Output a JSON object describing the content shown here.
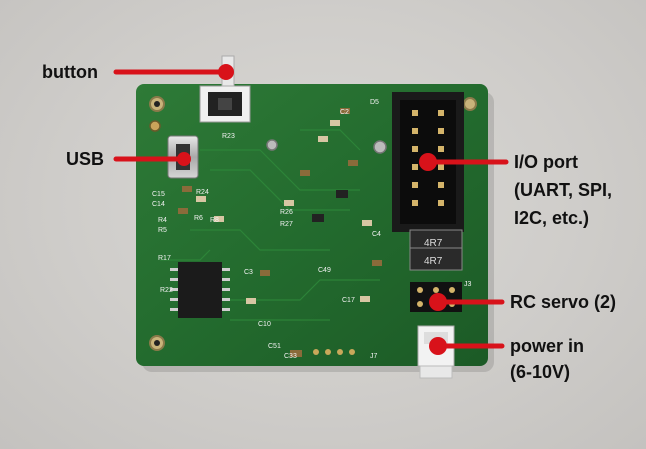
{
  "callouts": {
    "button": "button",
    "usb": "USB",
    "io_port_1": "I/O port",
    "io_port_2": "(UART, SPI,",
    "io_port_3": "I2C, etc.)",
    "rc_servo": "RC servo (2)",
    "power_1": "power in",
    "power_2": "(6-10V)"
  },
  "board_silkscreen": {
    "r23": "R23",
    "c15": "C15",
    "c14": "C14",
    "r24": "R24",
    "r4": "R4",
    "r5": "R5",
    "r6": "R6",
    "r8": "R8",
    "r17": "R17",
    "r22": "R22",
    "c3": "C3",
    "c10": "C10",
    "r26": "R26",
    "r27": "R27",
    "c4": "C4",
    "c49": "C49",
    "c17": "C17",
    "c33": "C33",
    "c51": "C51",
    "j3": "J3",
    "j7": "J7",
    "d5": "D5",
    "c2": "C2",
    "inductor_1": "4R7",
    "inductor_2": "4R7"
  },
  "colors": {
    "pcb_green": "#236b2e",
    "callout_red": "#d8121a",
    "background": "#d2d0cc"
  }
}
